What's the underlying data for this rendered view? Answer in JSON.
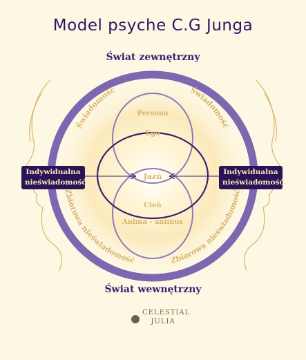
{
  "title": "Model psyche C.G Junga",
  "worlds": {
    "outer": "Świat zewnętrzny",
    "inner": "Świat wewnętrzny"
  },
  "ring_labels": {
    "consciousness_left": "Świadomość",
    "consciousness_right": "Świadomość",
    "collective_left": "Zbiorowa nieświadomość",
    "collective_right": "Zbiorowa nieświadomość"
  },
  "inner_labels": {
    "persona": "Persona",
    "ego": "Ego",
    "self": "Jaźń",
    "shadow": "Cień",
    "anima": "Anima - animus"
  },
  "personal_unconscious": {
    "left": {
      "line1": "Indywidualna",
      "line2": "nieświadomość"
    },
    "right": {
      "line1": "Indywidualna",
      "line2": "nieświadomość"
    }
  },
  "logo": {
    "line1": "CELESTIAL",
    "line2": "JULIA"
  },
  "colors": {
    "background": "#fdf8e4",
    "ring": "#7b68b0",
    "dark_purple": "#3b1f6e",
    "gold": "#d9b46a",
    "title": "#2a1766"
  }
}
